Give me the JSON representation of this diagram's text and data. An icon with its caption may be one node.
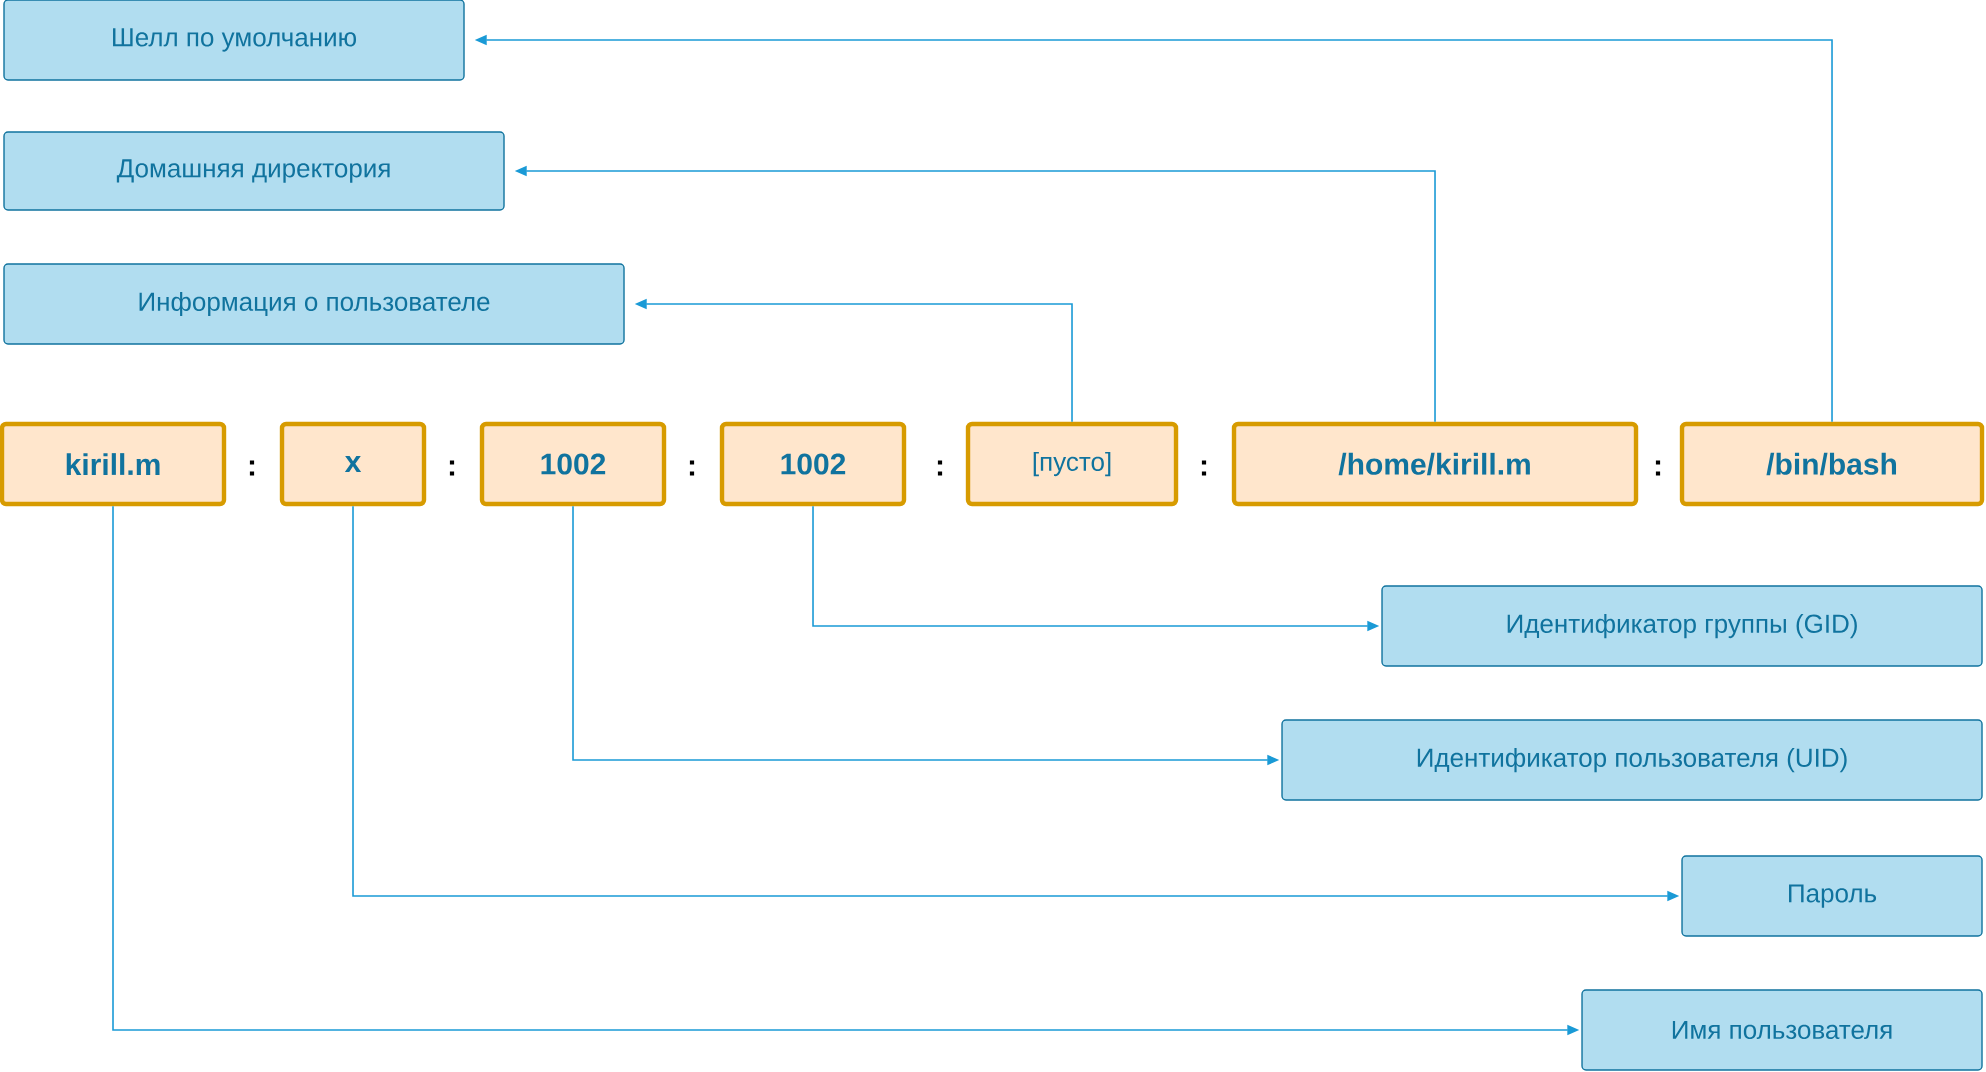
{
  "diagram": {
    "nodes": [
      {
        "text": [
          "Шелл по умолчанию"
        ]
      },
      {
        "text": [
          "Домашняя директория"
        ]
      },
      {
        "text": [
          "Информация о пользователе"
        ]
      },
      {
        "text": [
          "kirill.m"
        ]
      },
      {
        "text": [
          "x"
        ]
      },
      {
        "text": [
          "1002"
        ]
      },
      {
        "text": [
          "1002"
        ]
      },
      {
        "text": [
          "[пусто]"
        ]
      },
      {
        "text": [
          "/home/kirill.m"
        ]
      },
      {
        "text": [
          "/bin/bash"
        ]
      },
      {
        "text": [
          "Идентификатор группы (GID)"
        ]
      },
      {
        "text": [
          "Идентификатор пользователя (UID)"
        ]
      },
      {
        "text": [
          "Пароль"
        ]
      },
      {
        "text": [
          "Имя пользователя"
        ]
      }
    ],
    "edges": [
      {
        "from": 9,
        "to": 0,
        "arrow": "to"
      },
      {
        "from": 8,
        "to": 1,
        "arrow": "to"
      },
      {
        "from": 7,
        "to": 2,
        "arrow": "to"
      },
      {
        "from": 6,
        "to": 10,
        "arrow": "to"
      },
      {
        "from": 5,
        "to": 11,
        "arrow": "to"
      },
      {
        "from": 4,
        "to": 12,
        "arrow": "to"
      },
      {
        "from": 3,
        "to": 13,
        "arrow": "to"
      }
    ],
    "labels": [
      ":",
      ":",
      ":",
      ":",
      ":",
      ":"
    ]
  }
}
